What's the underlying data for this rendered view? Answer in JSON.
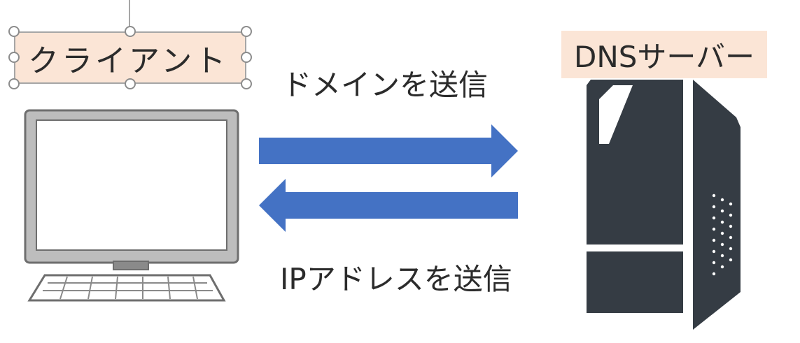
{
  "client": {
    "label": "クライアント"
  },
  "server": {
    "label": "DNSサーバー"
  },
  "arrows": {
    "request_label": "ドメインを送信",
    "response_label": "IPアドレスを送信"
  },
  "colors": {
    "arrow": "#4472c4",
    "label_background": "#fbe5d6",
    "server_body": "#353c44"
  },
  "icons": {
    "client": "desktop-computer-icon",
    "server": "server-tower-icon"
  }
}
